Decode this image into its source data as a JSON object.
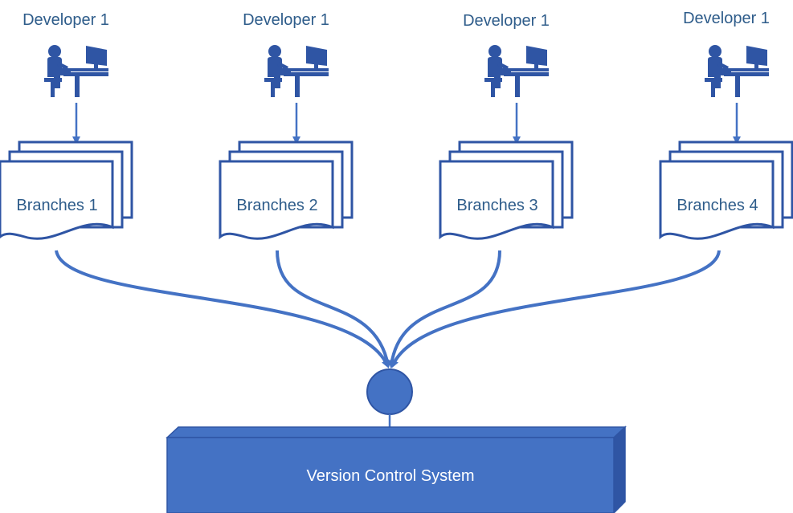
{
  "developers": [
    {
      "label": "Developer 1",
      "branch": "Branches 1"
    },
    {
      "label": "Developer 1",
      "branch": "Branches 2"
    },
    {
      "label": "Developer 1",
      "branch": "Branches 3"
    },
    {
      "label": "Developer 1",
      "branch": "Branches 4"
    }
  ],
  "vcs": {
    "label": "Version Control System"
  },
  "colors": {
    "primary": "#4472c4",
    "dark": "#2f55a4",
    "text": "#2e5c8a"
  }
}
